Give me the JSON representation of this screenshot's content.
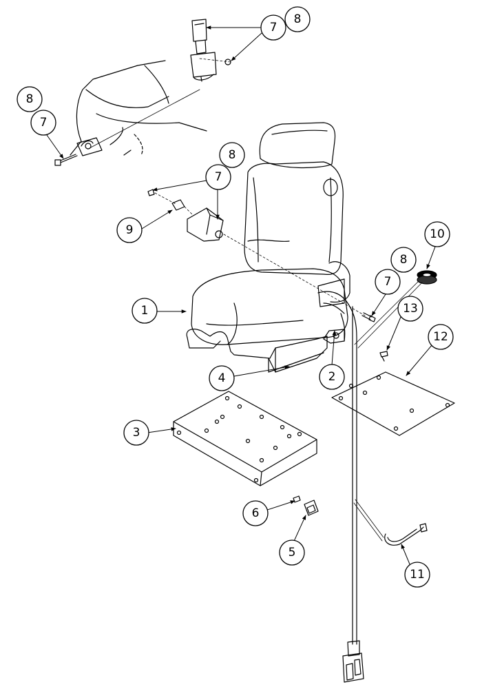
{
  "diagram": {
    "callouts": {
      "c1": "1",
      "c2": "2",
      "c3": "3",
      "c4": "4",
      "c5": "5",
      "c6": "6",
      "c7_top": "7",
      "c8_top": "8",
      "c8_left": "8",
      "c7_left": "7",
      "c8_mid": "8",
      "c7_mid": "7",
      "c9": "9",
      "c10": "10",
      "c8_right": "8",
      "c7_right": "7",
      "c13": "13",
      "c12": "12",
      "c11": "11"
    }
  }
}
